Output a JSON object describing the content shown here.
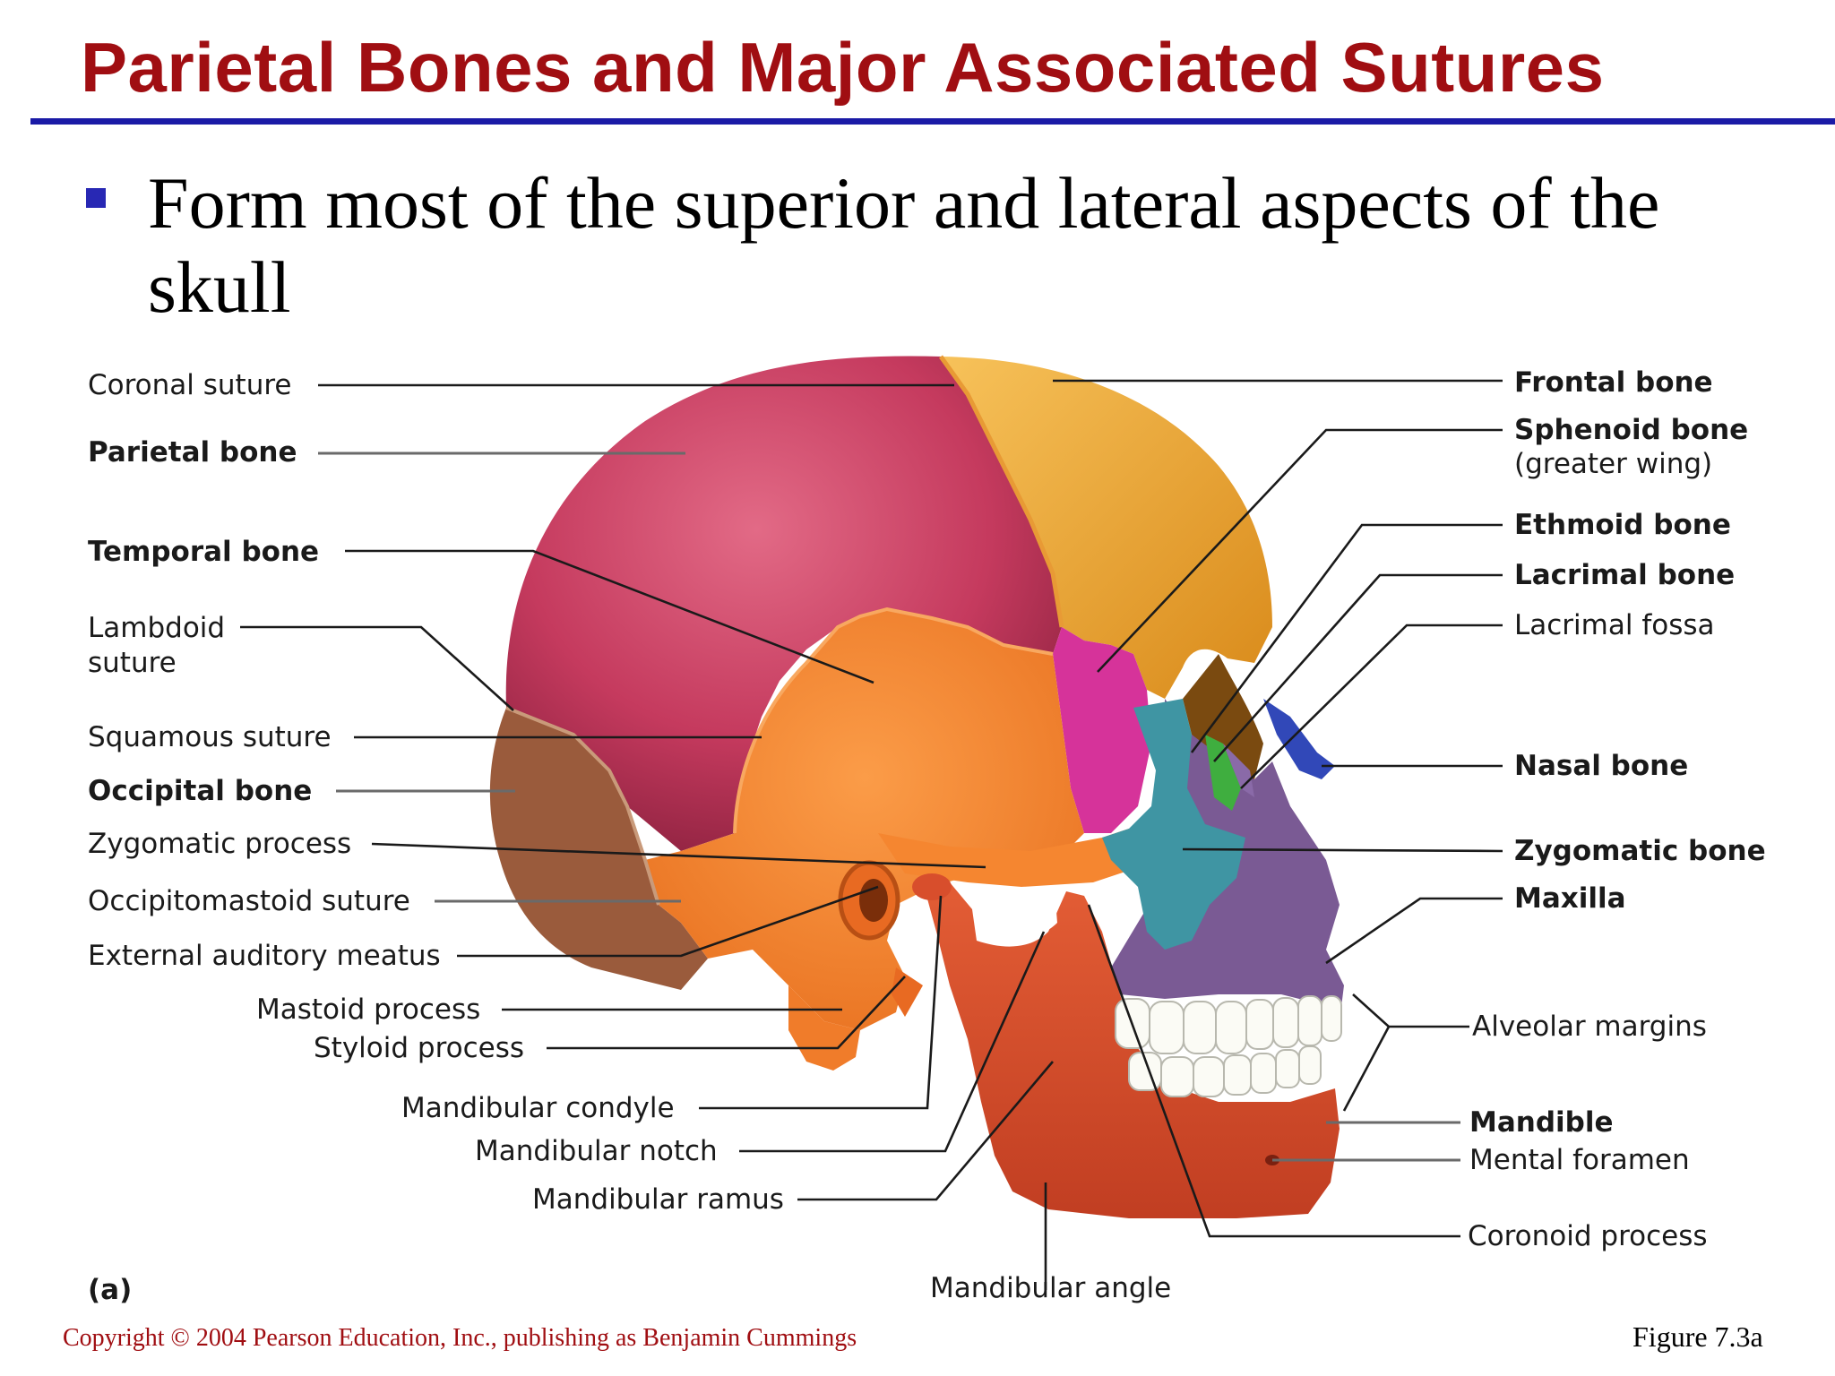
{
  "slide": {
    "title": "Parietal Bones and Major Associated Sutures",
    "bullet": "Form most of the superior and lateral aspects of the skull",
    "copyright": "Copyright © 2004 Pearson Education, Inc., publishing as Benjamin Cummings",
    "figure_ref": "Figure 7.3a"
  },
  "diagram": {
    "panel_letter": "(a)",
    "labels_left": {
      "coronal_suture": "Coronal suture",
      "parietal_bone": "Parietal bone",
      "temporal_bone": "Temporal bone",
      "lambdoid_suture_1": "Lambdoid",
      "lambdoid_suture_2": "suture",
      "squamous_suture": "Squamous suture",
      "occipital_bone": "Occipital bone",
      "zygomatic_process": "Zygomatic process",
      "occipitomastoid_suture": "Occipitomastoid suture",
      "external_auditory_meatus": "External auditory meatus",
      "mastoid_process": "Mastoid process",
      "styloid_process": "Styloid process",
      "mandibular_condyle": "Mandibular condyle",
      "mandibular_notch": "Mandibular notch",
      "mandibular_ramus": "Mandibular ramus"
    },
    "labels_bottom": {
      "mandibular_angle": "Mandibular angle"
    },
    "labels_right": {
      "frontal_bone": "Frontal bone",
      "sphenoid_bone": "Sphenoid bone",
      "sphenoid_note": "(greater wing)",
      "ethmoid_bone": "Ethmoid bone",
      "lacrimal_bone": "Lacrimal bone",
      "lacrimal_fossa": "Lacrimal fossa",
      "nasal_bone": "Nasal bone",
      "zygomatic_bone": "Zygomatic bone",
      "maxilla": "Maxilla",
      "alveolar_margins": "Alveolar margins",
      "mandible": "Mandible",
      "mental_foramen": "Mental foramen",
      "coronoid_process": "Coronoid process"
    },
    "bone_colors": {
      "parietal": "#c2385c",
      "frontal": "#eba52f",
      "temporal": "#f58630",
      "occipital": "#9a5b3c",
      "sphenoid": "#d6339a",
      "zygomatic": "#3f95a3",
      "maxilla": "#7a5a94",
      "nasal": "#3148b8",
      "ethmoid": "#3fae3f",
      "mandible": "#d84e2c",
      "teeth": "#fbfbf5"
    }
  }
}
